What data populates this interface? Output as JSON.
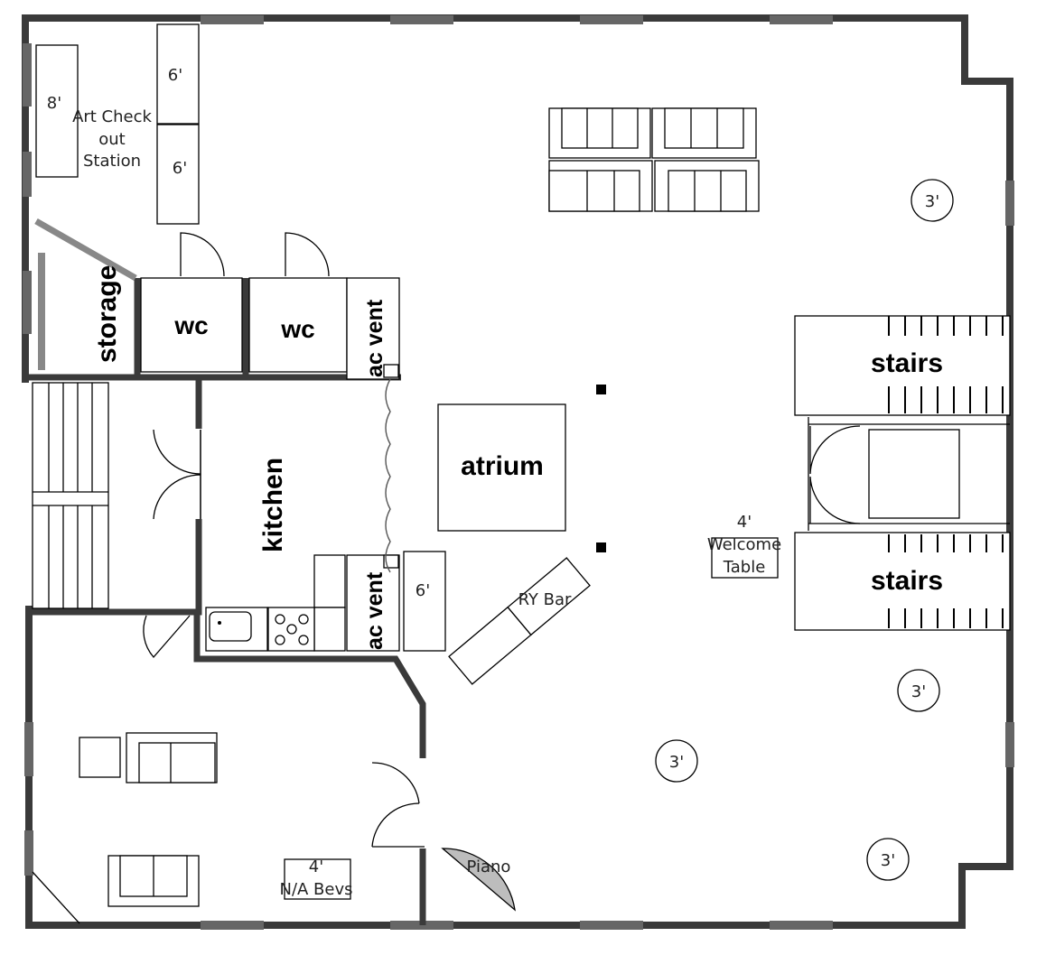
{
  "rooms": {
    "storage": "storage",
    "wc_left": "wc",
    "wc_right": "wc",
    "ac_vent_top": "ac vent",
    "ac_vent_bottom": "ac vent",
    "kitchen": "kitchen",
    "atrium": "atrium",
    "stairs_top": "stairs",
    "stairs_bottom": "stairs"
  },
  "tables": {
    "check_out_8": "8'",
    "check_out_6_top": "6'",
    "check_out_6_bottom": "6'",
    "art_checkout_line1": "Art Check",
    "art_checkout_line2": "out",
    "art_checkout_line3": "Station",
    "kitchen_6": "6'",
    "ry_bar": "RY Bar",
    "welcome_size": "4'",
    "welcome_line1": "Welcome",
    "welcome_line2": "Table",
    "bevs_size": "4'",
    "bevs_label": "N/A Bevs",
    "piano": "Piano",
    "round_1": "3'",
    "round_2": "3'",
    "round_3": "3'",
    "round_4": "3'"
  },
  "colors": {
    "wall": "#3a3a3a",
    "window": "#666666",
    "piano": "#bdbdbd"
  }
}
